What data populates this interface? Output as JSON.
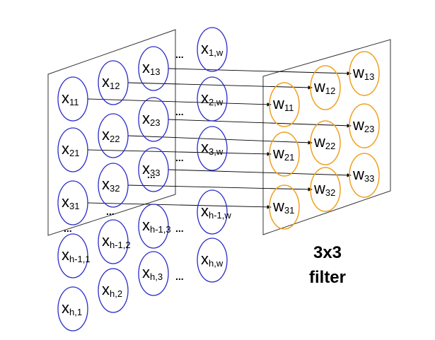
{
  "diagram": {
    "colors": {
      "input_node": "#2b2bc8",
      "filter_node": "#f0a020",
      "arrow": "#000000"
    },
    "input_nodes": [
      {
        "id": "x11",
        "base": "x",
        "sub": "11"
      },
      {
        "id": "x12",
        "base": "x",
        "sub": "12"
      },
      {
        "id": "x13",
        "base": "x",
        "sub": "13"
      },
      {
        "id": "x1w",
        "base": "x",
        "sub": "1,w"
      },
      {
        "id": "x21",
        "base": "x",
        "sub": "21"
      },
      {
        "id": "x22",
        "base": "x",
        "sub": "22"
      },
      {
        "id": "x23",
        "base": "x",
        "sub": "23"
      },
      {
        "id": "x2w",
        "base": "x",
        "sub": "2,w"
      },
      {
        "id": "x31",
        "base": "x",
        "sub": "31"
      },
      {
        "id": "x32",
        "base": "x",
        "sub": "32"
      },
      {
        "id": "x33",
        "base": "x",
        "sub": "33"
      },
      {
        "id": "x3w",
        "base": "x",
        "sub": "3,w"
      },
      {
        "id": "xh11",
        "base": "x",
        "sub": "h-1,1"
      },
      {
        "id": "xh12",
        "base": "x",
        "sub": "h-1,2"
      },
      {
        "id": "xh13",
        "base": "x",
        "sub": "h-1,3"
      },
      {
        "id": "xh1w",
        "base": "x",
        "sub": "h-1,w"
      },
      {
        "id": "xhw",
        "base": "x",
        "sub": "h,w"
      },
      {
        "id": "xh3",
        "base": "x",
        "sub": "h,3"
      },
      {
        "id": "xh2",
        "base": "x",
        "sub": "h,2"
      },
      {
        "id": "xh1",
        "base": "x",
        "sub": "h,1"
      }
    ],
    "filter_nodes": [
      {
        "id": "w11",
        "base": "w",
        "sub": "11"
      },
      {
        "id": "w12",
        "base": "w",
        "sub": "12"
      },
      {
        "id": "w13",
        "base": "w",
        "sub": "13"
      },
      {
        "id": "w21",
        "base": "w",
        "sub": "21"
      },
      {
        "id": "w22",
        "base": "w",
        "sub": "22"
      },
      {
        "id": "w23",
        "base": "w",
        "sub": "23"
      },
      {
        "id": "w31",
        "base": "w",
        "sub": "31"
      },
      {
        "id": "w32",
        "base": "w",
        "sub": "32"
      },
      {
        "id": "w33",
        "base": "w",
        "sub": "33"
      }
    ],
    "connections": [
      [
        "x11",
        "w11"
      ],
      [
        "x12",
        "w12"
      ],
      [
        "x13",
        "w13"
      ],
      [
        "x21",
        "w21"
      ],
      [
        "x22",
        "w22"
      ],
      [
        "x23",
        "w23"
      ],
      [
        "x31",
        "w31"
      ],
      [
        "x32",
        "w32"
      ],
      [
        "x33",
        "w33"
      ]
    ],
    "ellipsis": "...",
    "caption": {
      "line1": "3x3",
      "line2": "filter"
    }
  }
}
